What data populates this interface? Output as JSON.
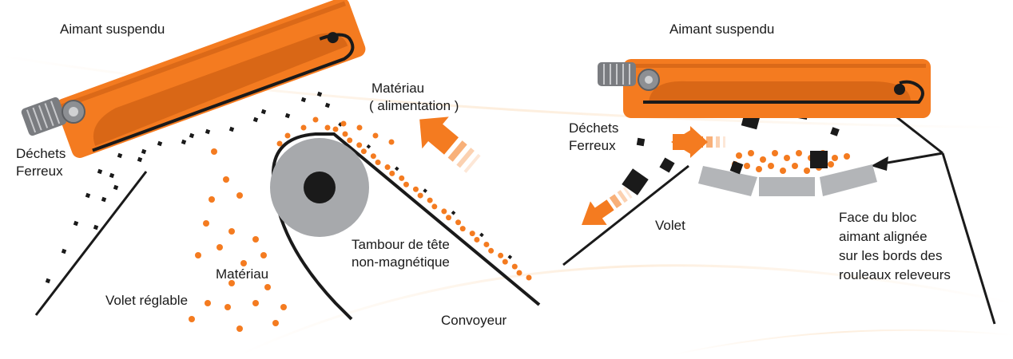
{
  "colors": {
    "magnet_orange": "#f47b20",
    "magnet_dark": "#c2570f",
    "belt": "#1a1a1a",
    "material": "#f47b20",
    "ferrous": "#1a1a1a",
    "drum_gray": "#a7a9ac",
    "roller_gray": "#b3b5b8",
    "arrow_orange": "#f47b20"
  },
  "icons": [
    "motor-icon",
    "flow-arrow-icon"
  ],
  "left_diagram": {
    "magnet_label": "Aimant suspendu",
    "ferrous_label": [
      "Déchets",
      "Ferreux"
    ],
    "material_feed_label": [
      "Matériau",
      "( alimentation )"
    ],
    "drum_label": [
      "Tambour de tête",
      "non-magnétique"
    ],
    "material_label": "Matériau",
    "flap_label": "Volet réglable",
    "conveyor_label": "Convoyeur"
  },
  "right_diagram": {
    "magnet_label": "Aimant suspendu",
    "ferrous_label": [
      "Déchets",
      "Ferreux"
    ],
    "flap_label": "Volet",
    "face_label": [
      "Face du bloc",
      "aimant alignée",
      "sur les bords des",
      "rouleaux releveurs"
    ]
  }
}
